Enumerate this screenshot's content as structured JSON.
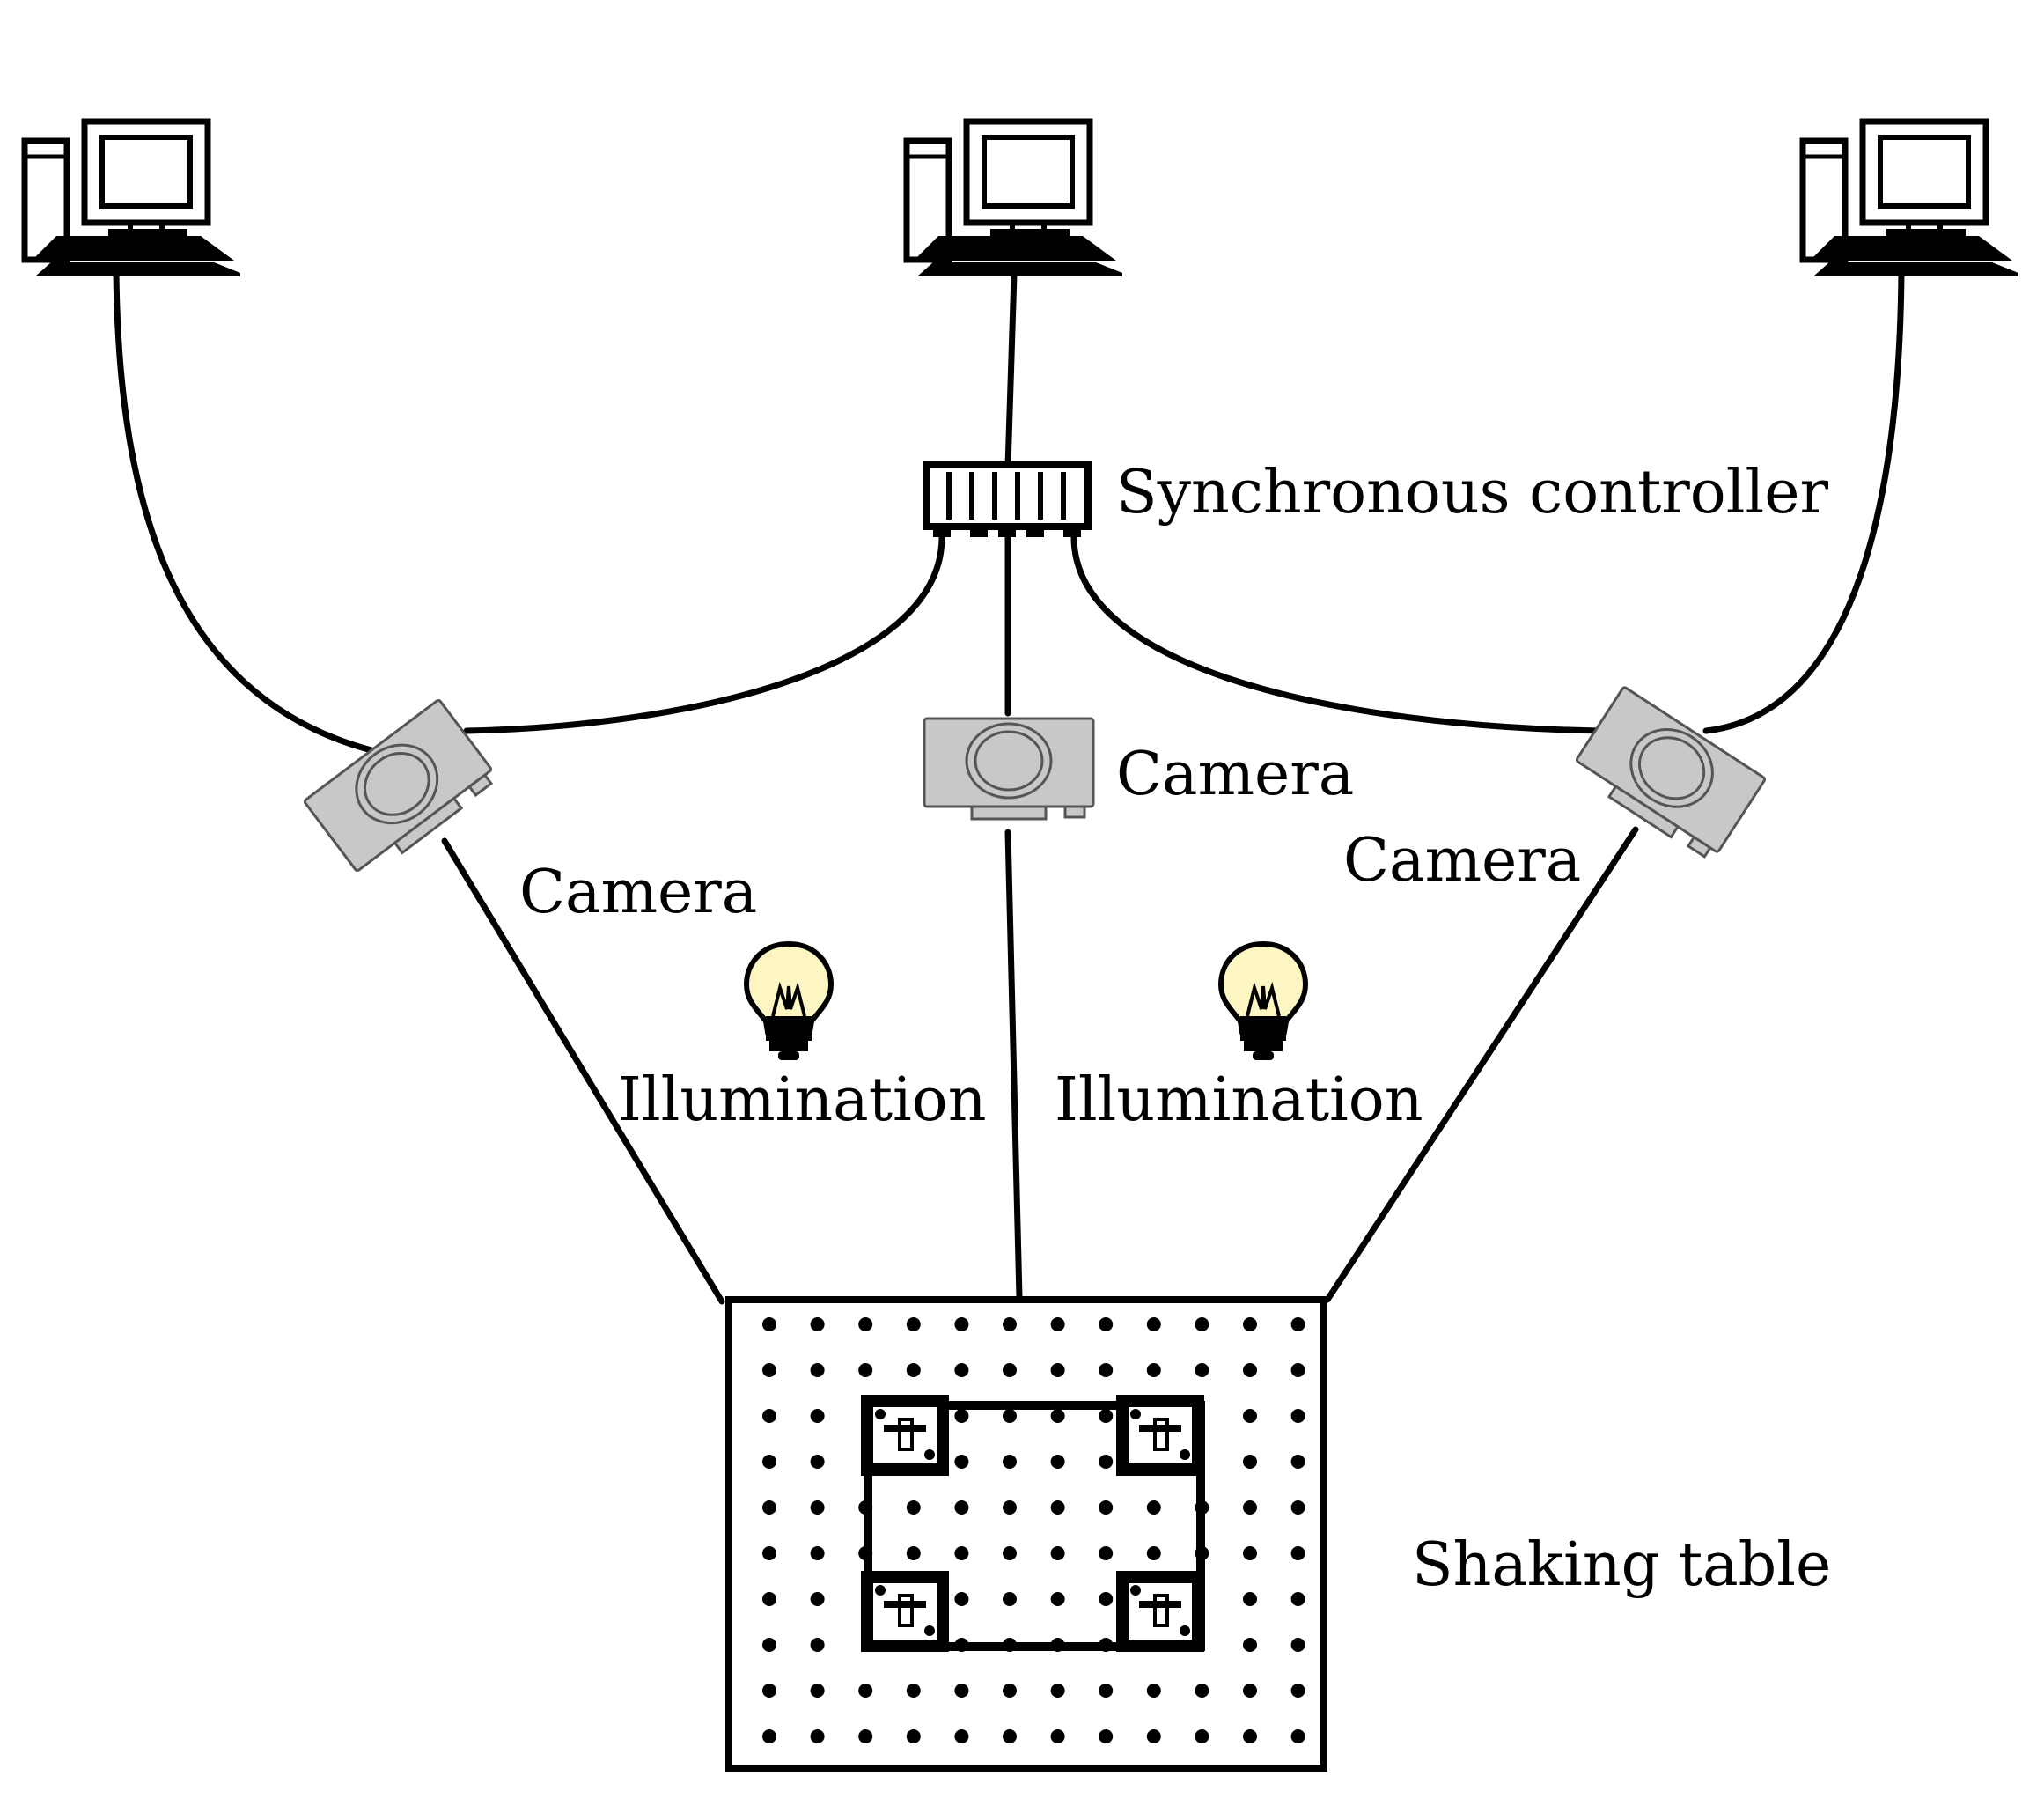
{
  "labels": {
    "controller": "Synchronous controller",
    "camera_left": "Camera",
    "camera_center": "Camera",
    "camera_right": "Camera",
    "illumination_left": "Illumination",
    "illumination_right": "Illumination",
    "shaking_table": "Shaking table"
  },
  "colors": {
    "line": "#000000",
    "camera_body": "#c8c8c8",
    "bulb_glass": "#fdf6c3",
    "background": "#ffffff"
  },
  "icons": {
    "computer": "computer-icon",
    "camera": "camera-icon",
    "bulb": "light-bulb-icon",
    "controller": "synchronous-controller-icon"
  }
}
